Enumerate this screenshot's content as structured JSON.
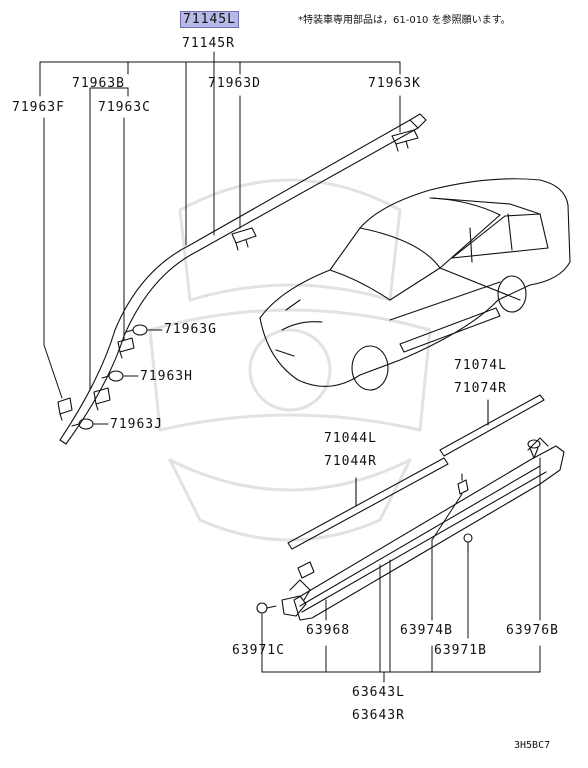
{
  "note": "*特装車専用部品は，61-010 を参照願います。",
  "labels": {
    "p71145L": "71145L",
    "p71145R": "71145R",
    "p71963B": "71963B",
    "p71963D": "71963D",
    "p71963K": "71963K",
    "p71963F": "71963F",
    "p71963C": "71963C",
    "p71963G": "71963G",
    "p71963H": "71963H",
    "p71963J": "71963J",
    "p71074L": "71074L",
    "p71074R": "71074R",
    "p71044L": "71044L",
    "p71044R": "71044R",
    "p63968": "63968",
    "p63974B": "63974B",
    "p63976B": "63976B",
    "p63971C": "63971C",
    "p63971B": "63971B",
    "p63643L": "63643L",
    "p63643R": "63643R"
  },
  "diagram_code": "3H5BC7",
  "highlight_color": "#b7b9e6"
}
